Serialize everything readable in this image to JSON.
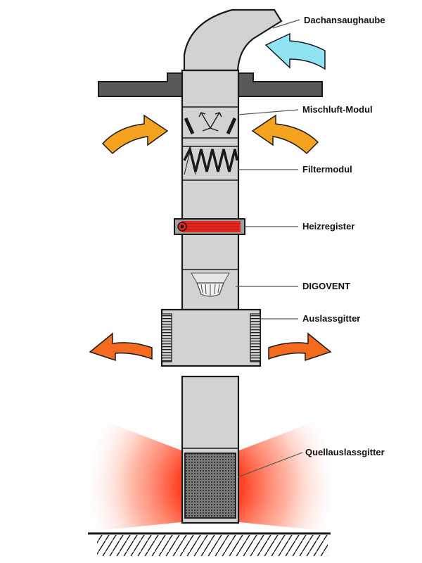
{
  "labels": {
    "roof_hood": "Dachansaughaube",
    "mixed_air_module": "Mischluft-Modul",
    "filter_module": "Filtermodul",
    "heater": "Heizregister",
    "fan": "DIGOVENT",
    "outlet_grille": "Auslassgitter",
    "source_outlet_grille": "Quellauslassgitter"
  },
  "colors": {
    "duct_fill": "#d2d2d2",
    "outline": "#1a1a1a",
    "roof_plate": "#595959",
    "fresh_air_arrow": "#8fe3f2",
    "recirc_arrow": "#f5a21e",
    "supply_arrow": "#f46a1f",
    "heater_red": "#e0281e",
    "warm_glow": "#ff3a1a",
    "leader_line": "#555555"
  },
  "icons": {
    "fresh_air": "curved-arrow-left-icon",
    "recirc_left": "curved-arrow-right-icon",
    "recirc_right": "curved-arrow-left-icon",
    "supply_left": "curved-arrow-left-icon",
    "supply_right": "curved-arrow-right-icon"
  }
}
